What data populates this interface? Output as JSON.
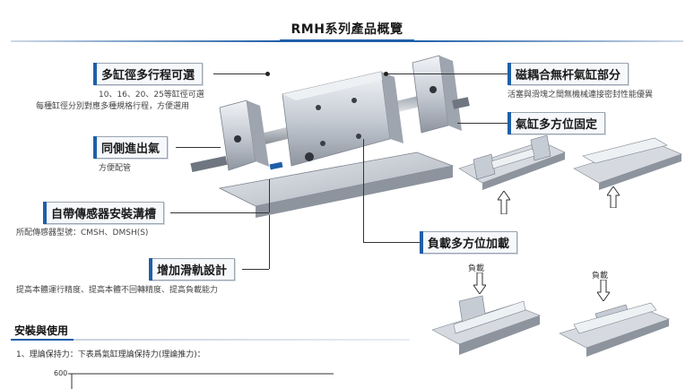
{
  "header": {
    "title": "RMH系列產品概覽"
  },
  "features": {
    "multi_bore": {
      "title": "多缸徑多行程可選",
      "desc1": "10、16、20、25等缸徑可選",
      "desc2": "每種缸徑分別對應多種規格行程，方便選用"
    },
    "same_side_air": {
      "title": "同側進出氣",
      "desc": "方便配管"
    },
    "sensor_groove": {
      "title": "自帶傳感器安裝溝槽",
      "desc": "所配傳感器型號：CMSH、DMSH(S)"
    },
    "slide_rail": {
      "title": "增加滑軌設計",
      "desc": "提高本體運行精度、提高本體不回轉精度、提高負載能力"
    },
    "magnetic_coupling": {
      "title": "磁耦合無杆氣缸部分",
      "desc": "活塞與滑塊之間無機械連接密封性能優異"
    },
    "multi_mount": {
      "title": "氣缸多方位固定"
    },
    "multi_load": {
      "title": "負載多方位加載"
    }
  },
  "load_labels": [
    "負載",
    "負載"
  ],
  "install": {
    "title": "安裝與使用",
    "line1": "1、理論保持力：下表爲氣缸理論保持力(理論推力)：",
    "axis_tick": "600"
  },
  "colors": {
    "accent": "#1f5fa8",
    "metal": "#c9ced6",
    "dark": "#3a3f47"
  }
}
